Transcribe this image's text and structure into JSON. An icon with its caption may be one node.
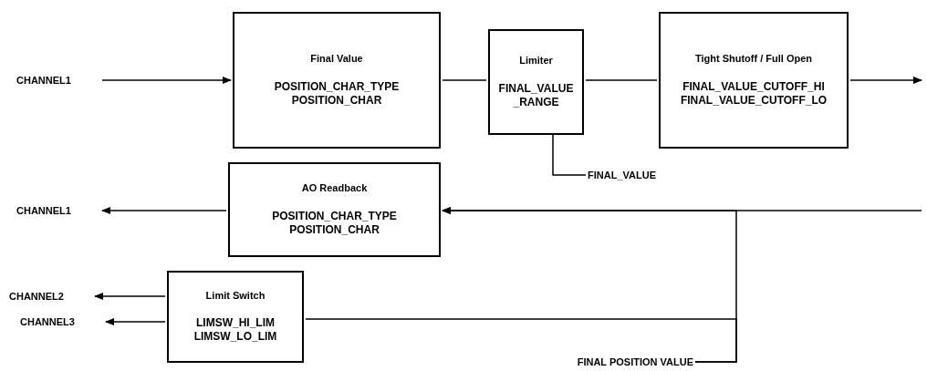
{
  "diagram": {
    "nodes": [
      {
        "text": [
          "CHANNEL1"
        ]
      },
      {
        "text": [
          "Final Value",
          "POSITION_CHAR_TYPE POSITION_CHAR"
        ]
      },
      {
        "text": [
          "Limiter",
          "FINAL_VALUE _RANGE"
        ]
      },
      {
        "text": [
          "Tight Shutoff / Full Open",
          "FINAL_VALUE_CUTOFF_HI FINAL_VALUE_CUTOFF_LO"
        ]
      },
      {
        "text": [
          "FINAL_VALUE"
        ]
      },
      {
        "text": [
          "CHANNEL1"
        ]
      },
      {
        "text": [
          "AO Readback",
          "POSITION_CHAR_TYPE POSITION_CHAR"
        ]
      },
      {
        "text": [
          "CHANNEL2"
        ]
      },
      {
        "text": [
          "Limit Switch",
          "LIMSW_HI_LIM LIMSW_LO_LIM"
        ]
      },
      {
        "text": [
          "CHANNEL3"
        ]
      },
      {
        "text": [
          "FINAL POSITION VALUE"
        ]
      }
    ],
    "edges": [
      {
        "from": 0,
        "to": 1,
        "arrow": "to"
      },
      {
        "from": 1,
        "to": 2,
        "arrow": "none"
      },
      {
        "from": 2,
        "to": 3,
        "arrow": "none"
      },
      {
        "from": 3,
        "to": null,
        "arrow": "to"
      },
      {
        "from": 2,
        "to": 4,
        "arrow": "none"
      },
      {
        "from": null,
        "to": 6,
        "arrow": "to"
      },
      {
        "from": 6,
        "to": 5,
        "arrow": "to"
      },
      {
        "from": 8,
        "to": 7,
        "arrow": "to"
      },
      {
        "from": 8,
        "to": 9,
        "arrow": "to"
      },
      {
        "from": 10,
        "to": 6,
        "arrow": "to"
      },
      {
        "from": 10,
        "to": 8,
        "arrow": "none"
      }
    ]
  }
}
